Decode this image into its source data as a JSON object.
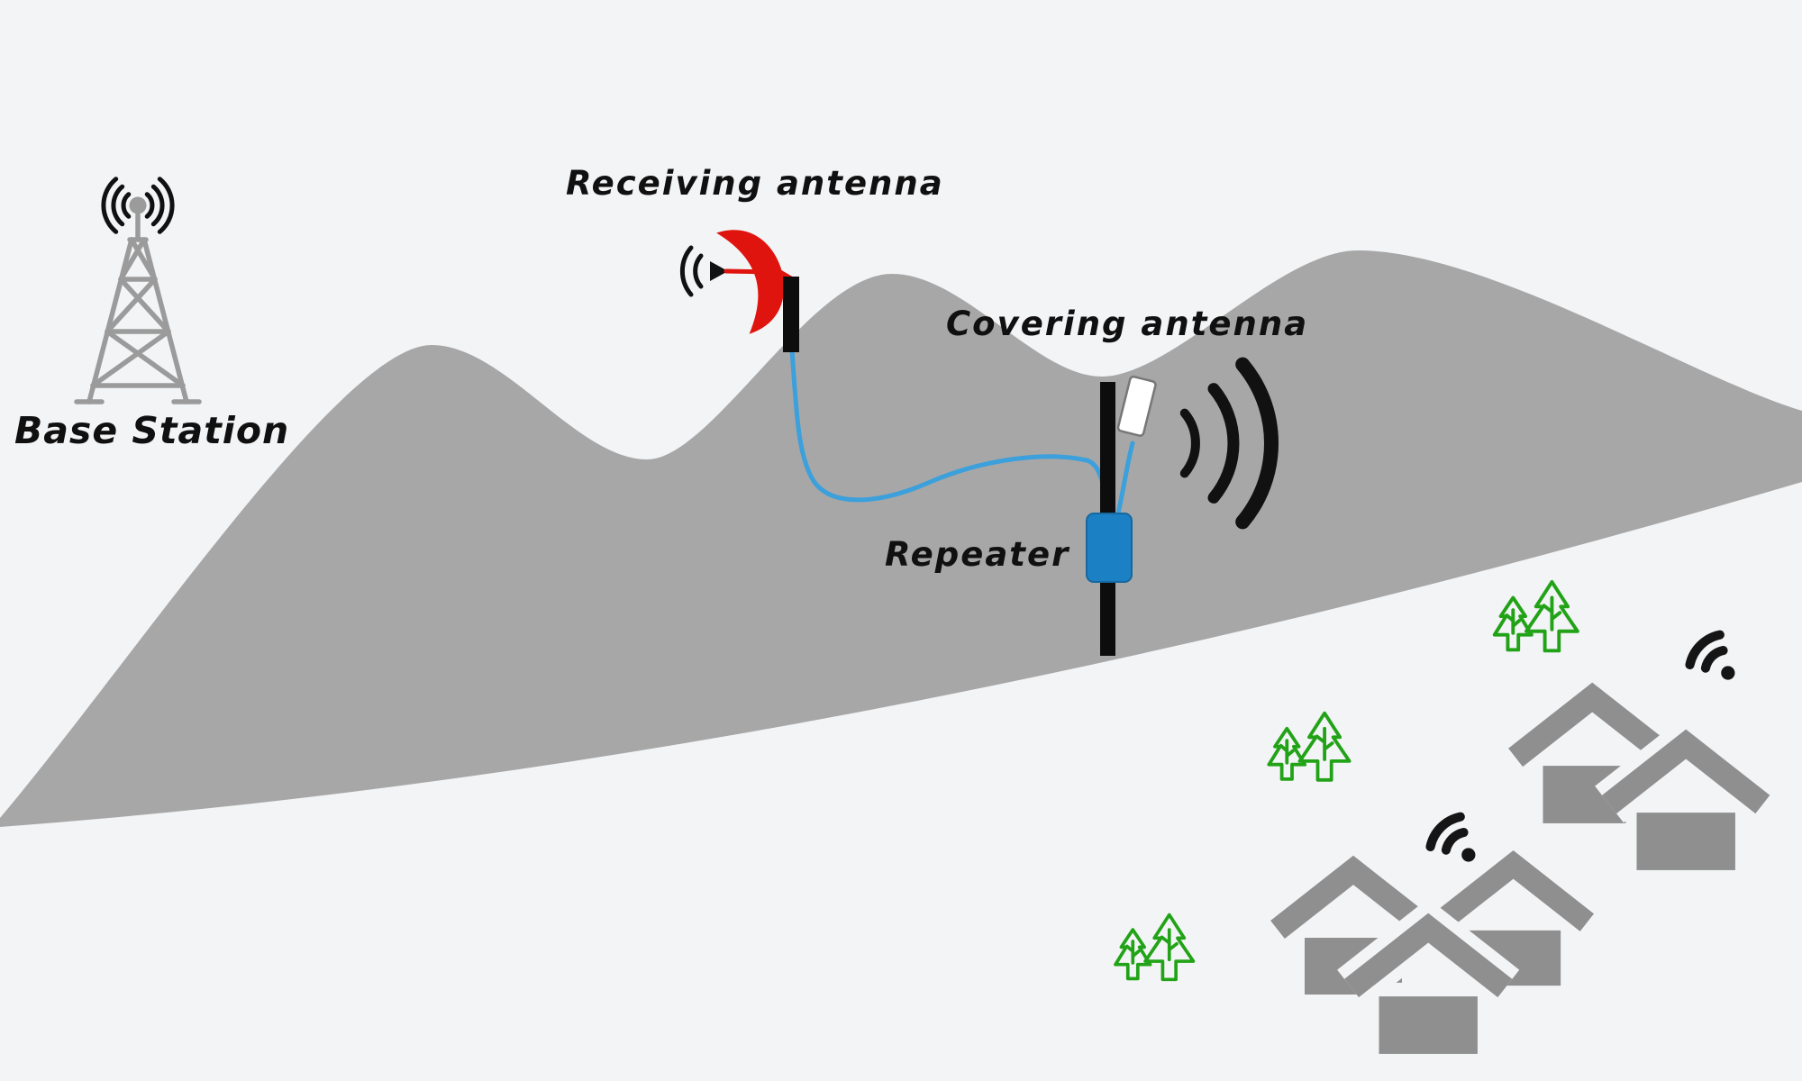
{
  "scene": {
    "background_color": "#f3f4f6",
    "labels": {
      "base_station": "Base Station",
      "receiving_antenna": "Receiving antenna",
      "covering_antenna": "Covering antenna",
      "repeater": "Repeater"
    },
    "colors": {
      "mountain": "#a7a7a7",
      "tower": "#9b9b9b",
      "signal_waves": "#111111",
      "dish_red": "#e0140f",
      "cable_blue": "#3ba0dc",
      "repeater_blue": "#1b80c4",
      "pole_black": "#0d0d0d",
      "panel_white": "#ffffff",
      "house_gray": "#8f8f8f",
      "tree_green": "#22a317",
      "wifi_black": "#151515",
      "label_text": "#101010"
    },
    "icons": [
      {
        "name": "base-station-tower-icon",
        "count": 1
      },
      {
        "name": "radio-waves-icon",
        "count": 1
      },
      {
        "name": "satellite-dish-icon",
        "count": 1
      },
      {
        "name": "incoming-signal-icon",
        "count": 1
      },
      {
        "name": "panel-antenna-icon",
        "count": 1
      },
      {
        "name": "coverage-waves-icon",
        "count": 1
      },
      {
        "name": "repeater-box-icon",
        "count": 1
      },
      {
        "name": "coax-cable-icon",
        "count": 2
      },
      {
        "name": "tree-icon",
        "count": 3
      },
      {
        "name": "house-icon",
        "count": 5
      },
      {
        "name": "wifi-signal-icon",
        "count": 2
      }
    ]
  }
}
